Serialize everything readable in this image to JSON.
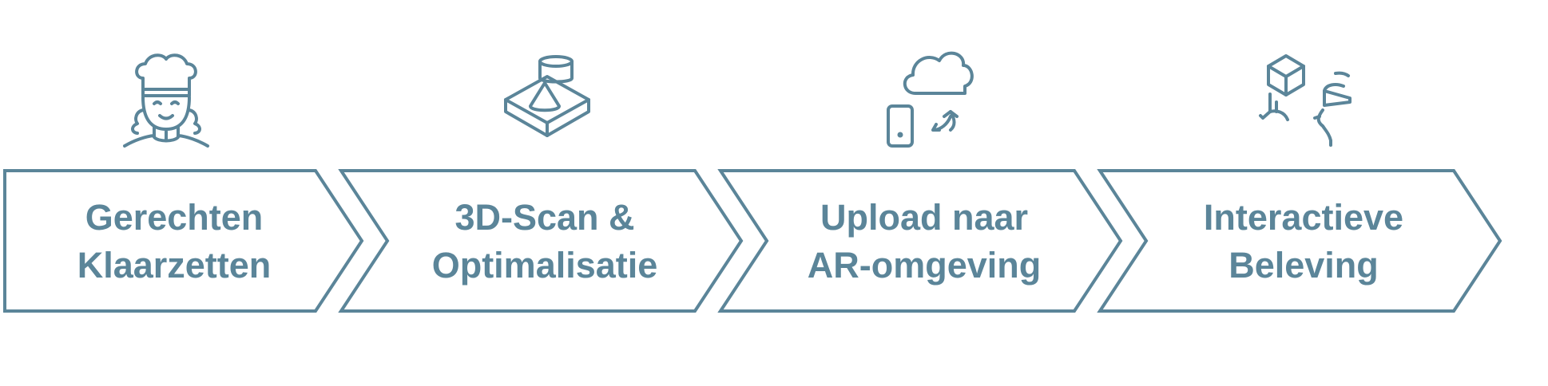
{
  "colors": {
    "accent": "#5b8599",
    "background": "#ffffff"
  },
  "steps": [
    {
      "label": "Gerechten\nKlaarzetten",
      "icon": "chef-icon"
    },
    {
      "label": "3D-Scan &\nOptimalisatie",
      "icon": "3d-scan-platform-icon"
    },
    {
      "label": "Upload naar\nAR-omgeving",
      "icon": "cloud-phone-sync-icon"
    },
    {
      "label": "Interactieve\nBeleving",
      "icon": "ar-hand-interaction-icon"
    }
  ]
}
